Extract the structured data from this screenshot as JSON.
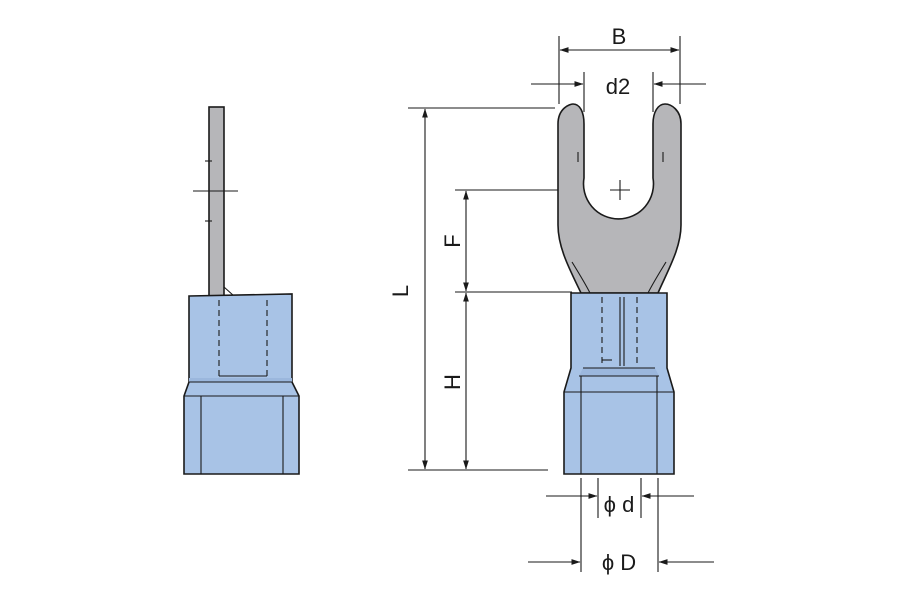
{
  "diagram": {
    "labels": {
      "B": "B",
      "d2": "d2",
      "L": "L",
      "F": "F",
      "H": "H",
      "d": "ϕ d",
      "D": "ϕ D"
    },
    "colors": {
      "metal": "#b6b6b9",
      "insulation": "#a8c3e6",
      "insulation_shade": "#9bb7dd",
      "line": "#1a1a1a"
    }
  }
}
